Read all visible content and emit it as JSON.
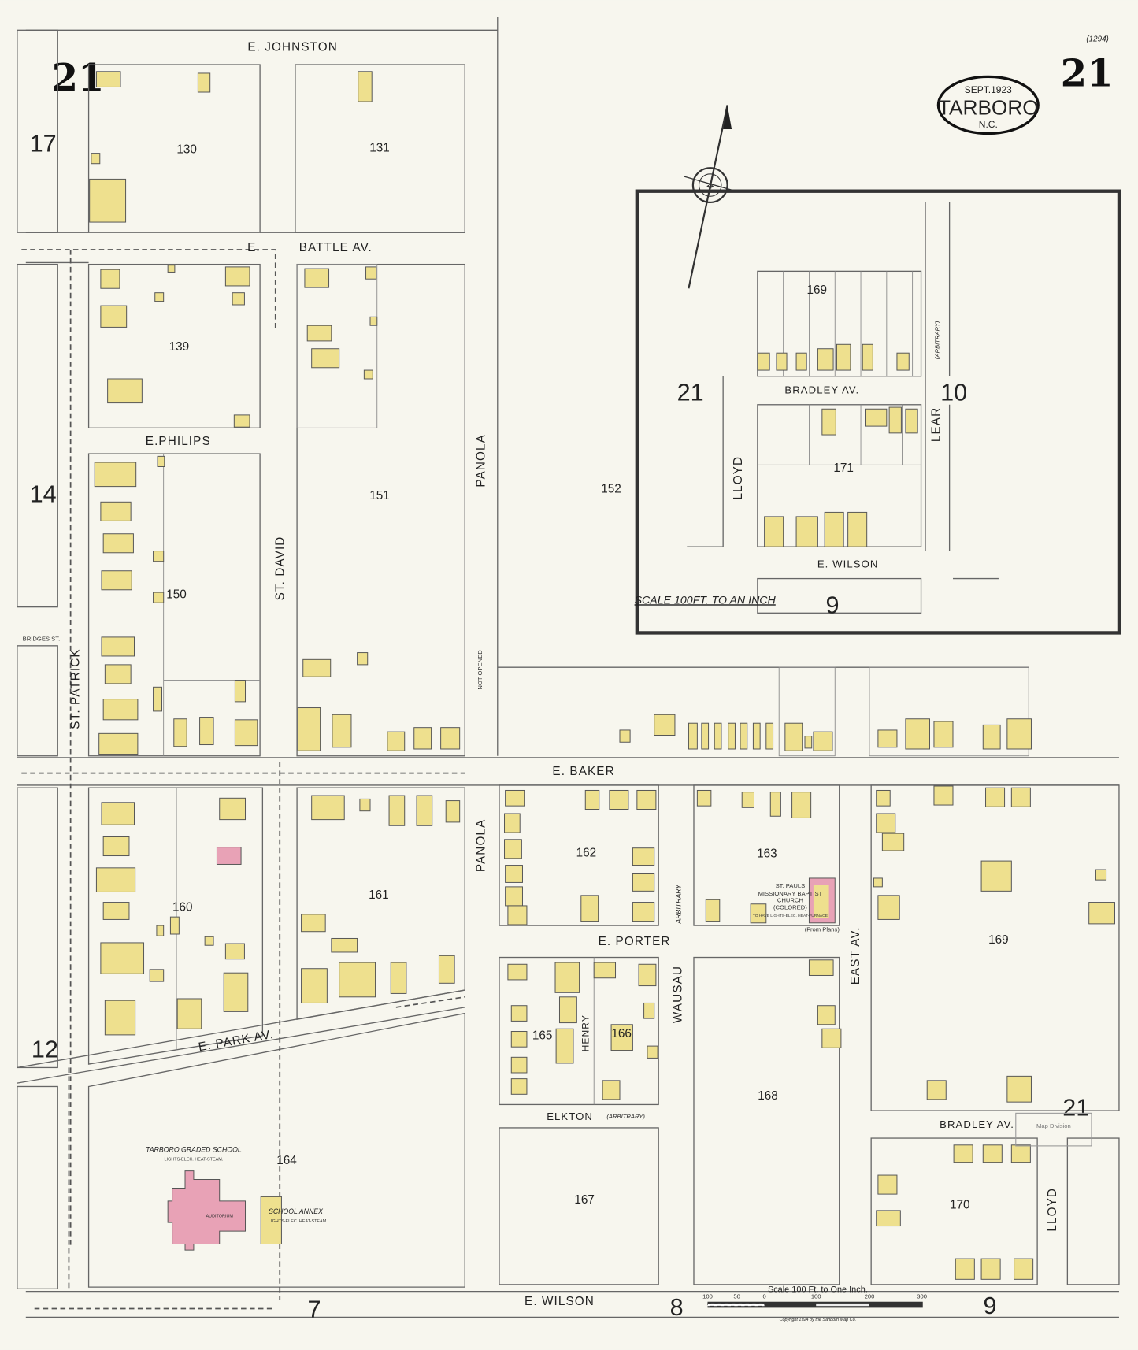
{
  "title": {
    "date": "SEPT.1923",
    "city": "TARBORO",
    "state": "N.C."
  },
  "sheet": {
    "number_left": "21",
    "number_right": "21",
    "ref": "(1294)"
  },
  "streets": {
    "e_johnston": "E. JOHNSTON",
    "battle_av": "BATTLE AV.",
    "battle_e": "E.",
    "e_philips": "E.PHILIPS",
    "st_david": "ST. DAVID",
    "st_patrick": "ST. PATRICK",
    "bridges_st": "BRIDGES ST.",
    "panola_upper": "PANOLA",
    "panola_lower": "PANOLA",
    "not_opened": "NOT OPENED",
    "e_baker": "E. BAKER",
    "e_porter": "E. PORTER",
    "e_park_av": "E. PARK   AV.",
    "henry": "HENRY",
    "wausau": "WAUSAU",
    "arbitrary": "ARBITRARY",
    "elkton": "ELKTON",
    "elkton_note": "(ARBITRARY)",
    "east_av": "EAST   AV.",
    "bradley_av": "BRADLEY AV.",
    "lloyd": "LLOYD",
    "e_wilson": "E. WILSON",
    "inset_bradley_av": "BRADLEY AV.",
    "inset_lloyd": "LLOYD",
    "inset_lear": "LEAR",
    "inset_e_wilson": "E. WILSON",
    "inset_arbitrary": "(ARBITRARY)"
  },
  "blocks": [
    "130",
    "131",
    "139",
    "151",
    "150",
    "160",
    "161",
    "164",
    "162",
    "165",
    "166",
    "167",
    "163",
    "168",
    "169",
    "170",
    "152",
    "169",
    "171"
  ],
  "adjacent_sheets": [
    "17",
    "14",
    "12",
    "7",
    "8",
    "9",
    "21",
    "21",
    "10",
    "9"
  ],
  "labels": {
    "school": "TARBORO GRADED SCHOOL",
    "school_note": "LIGHTS-ELEC. HEAT-STEAM.",
    "auditorium": "AUDITORIUM",
    "annex": "SCHOOL ANNEX",
    "annex_note": "LIGHTS-ELEC. HEAT-STEAM",
    "church_1": "ST. PAULS",
    "church_2": "MISSIONARY BAPTIST",
    "church_3": "CHURCH",
    "church_4": "(COLORED)",
    "church_note": "TO HAVE LIGHTS-ELEC. HEAT-FURNACE",
    "from_plans": "(From Plans)",
    "inset_scale": "SCALE 100FT. TO AN INCH",
    "stamp": "Map Division"
  },
  "scale": {
    "title": "Scale 100 Ft. to One Inch.",
    "ticks": [
      "100",
      "50",
      "0",
      "100",
      "200",
      "300"
    ]
  },
  "copyright": "Copyright 1924 by the Sanborn Map Co.",
  "colors": {
    "paper": "#f7f6ee",
    "frame_dwelling": "#eee08e",
    "brick": "#e8a2b6"
  }
}
